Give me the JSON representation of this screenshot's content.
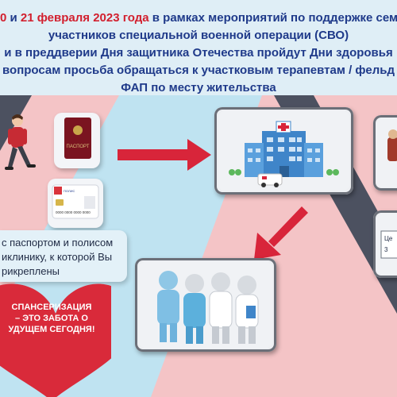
{
  "header": {
    "line1_prefix": "0",
    "line1_and": " и ",
    "line1_date": "21 февраля 2023 года",
    "line1_rest": " в рамках мероприятий по поддержке сем",
    "line2": "участников специальной военной операции (СВО)",
    "line3": "и в преддверии Дня защитника Отечества пройдут Дни здоровья",
    "line4": "вопросам просьба обращаться к участковым терапевтам / фельд",
    "line5": "ФАП по месту жительства"
  },
  "passport": {
    "title": "ПАСПОРТ"
  },
  "policy": {
    "label": "ПОЛИС",
    "number": "0000 0000 0000 0000"
  },
  "info": {
    "line1": "с паспортом и полисом",
    "line2": "иклинику, к которой Вы",
    "line3": "рикреплены"
  },
  "heart": {
    "line1": "СПАНСЕРИЗАЦИЯ",
    "line2": "– ЭТО ЗАБОТА О",
    "line3": "УДУЩЕМ СЕГОДНЯ!"
  },
  "right_card": {
    "text_a": "Це",
    "text_b": "3"
  },
  "colors": {
    "header_blue": "#1f3a8a",
    "header_red": "#d2202f",
    "bg_pink": "#f4c4c6",
    "bg_blue": "#bfe3f1",
    "stripe_dark": "#4c5160",
    "arrow_red": "#d8253a",
    "heart_red": "#d92a3a"
  }
}
